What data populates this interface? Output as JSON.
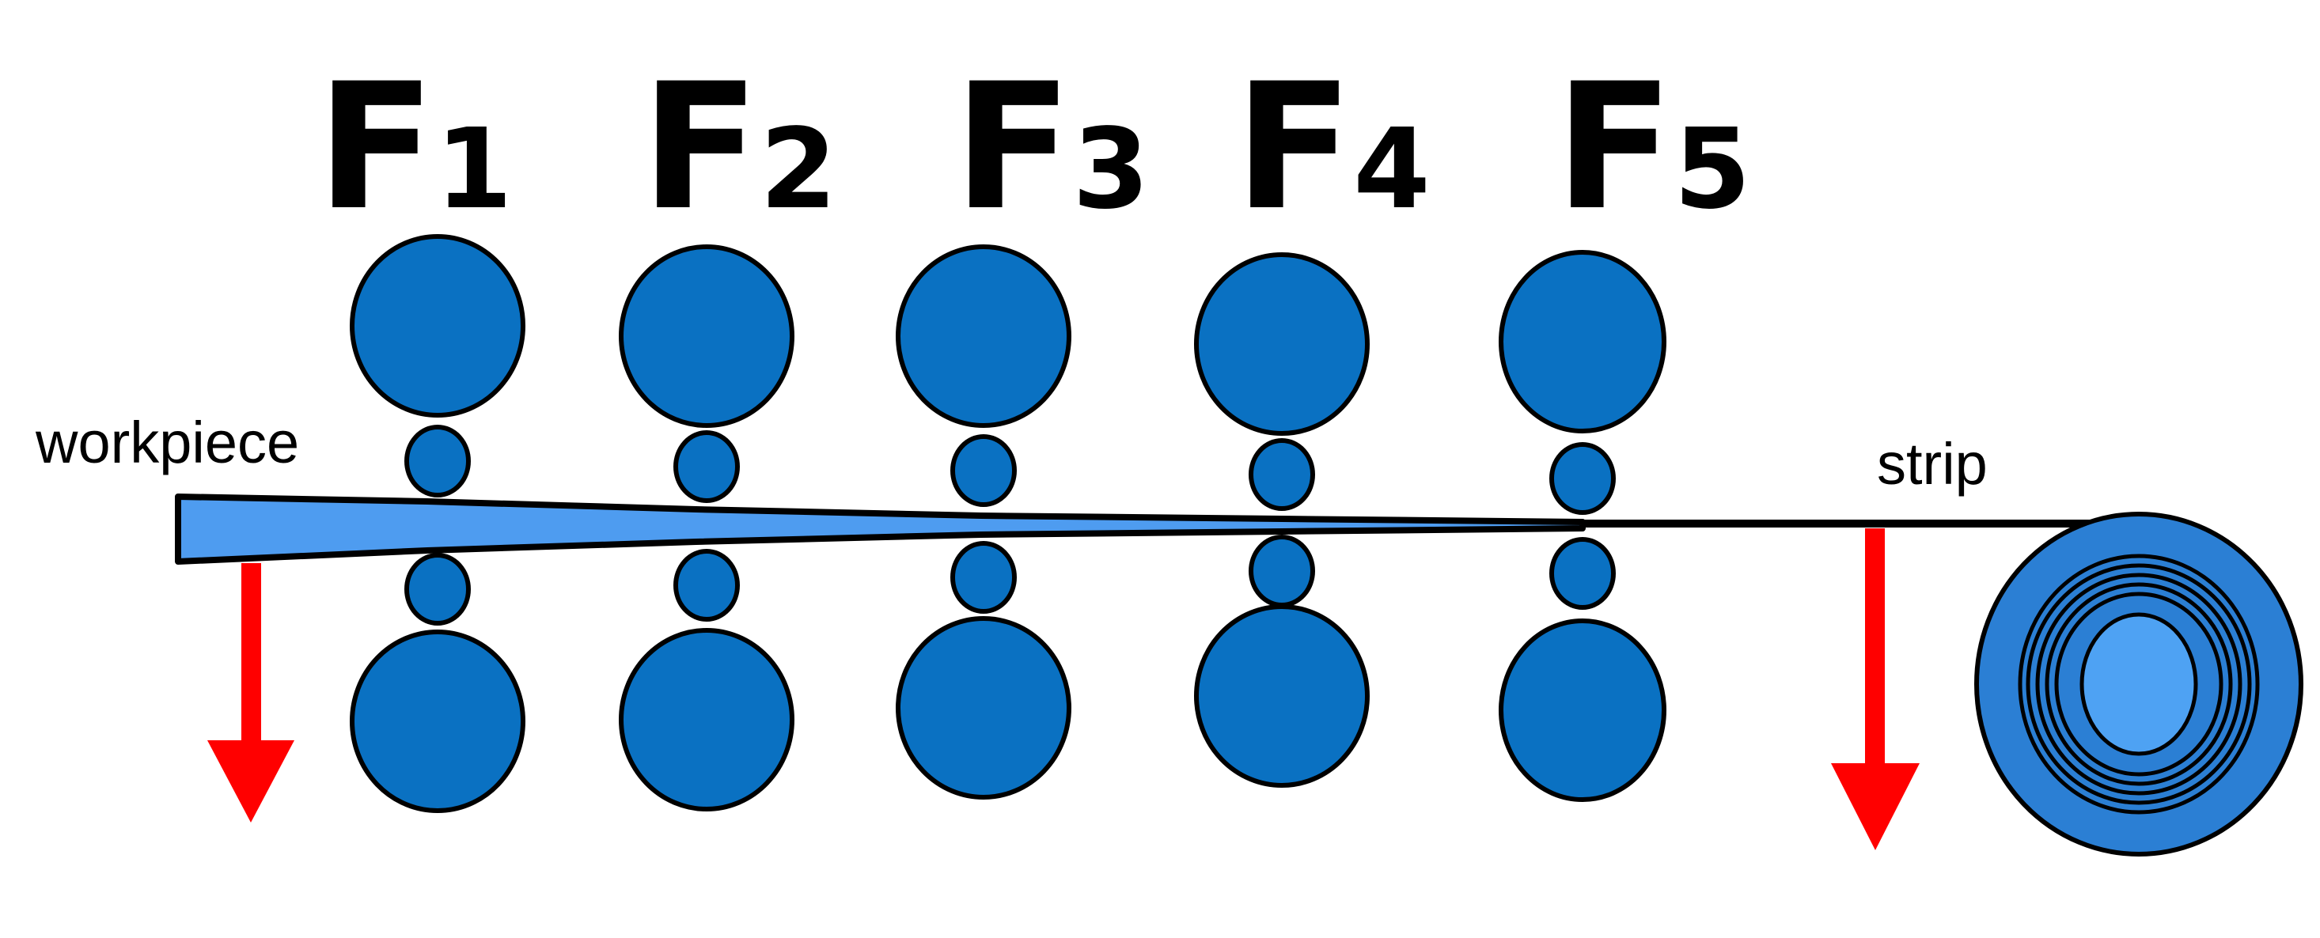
{
  "labels": {
    "workpiece": "workpiece",
    "strip": "strip"
  },
  "stands": [
    {
      "letter": "F",
      "number": "1"
    },
    {
      "letter": "F",
      "number": "2"
    },
    {
      "letter": "F",
      "number": "3"
    },
    {
      "letter": "F",
      "number": "4"
    },
    {
      "letter": "F",
      "number": "5"
    }
  ],
  "colors": {
    "roll_fill": "#0a71c2",
    "roll_stroke": "#000000",
    "workpiece_fill": "#4e9cf0",
    "coil_fill": "#2b7fd4",
    "coil_core": "#4ea2f3",
    "arrow": "#ff0000",
    "text": "#000000"
  }
}
